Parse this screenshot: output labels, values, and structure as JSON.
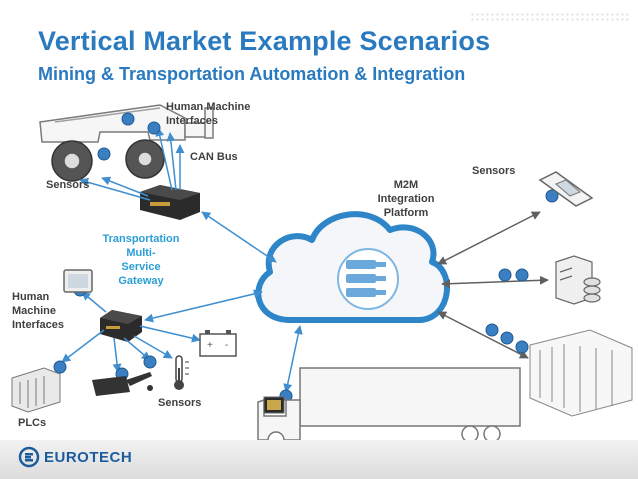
{
  "slide": {
    "title": "Vertical Market Example Scenarios",
    "subtitle": "Mining & Transportation Automation & Integration",
    "title_color": "#2a7abf",
    "subtitle_color": "#2a7abf"
  },
  "labels": {
    "hmi_top": "Human Machine\nInterfaces",
    "can_bus": "CAN Bus",
    "sensors_truck": "Sensors",
    "gateway": "Transportation\nMulti-\nService\nGateway",
    "m2m": "M2M\nIntegration\nPlatform",
    "sensors_right": "Sensors",
    "hmi_left": "Human\nMachine\nInterfaces",
    "sensors_bottom": "Sensors",
    "plcs": "PLCs"
  },
  "colors": {
    "accent_blue": "#2a7abf",
    "gateway_text": "#2a9fd6",
    "label_text": "#404040",
    "link_blue": "#3f8fd0",
    "link_gray": "#606060",
    "node_fill": "#3a7fc1",
    "cloud_stroke": "#2e86c8",
    "cloud_fill": "#f4f6fa"
  },
  "footer": {
    "logo_text": "EUROTECH",
    "logo_icon": "eurotech-logo-icon"
  }
}
